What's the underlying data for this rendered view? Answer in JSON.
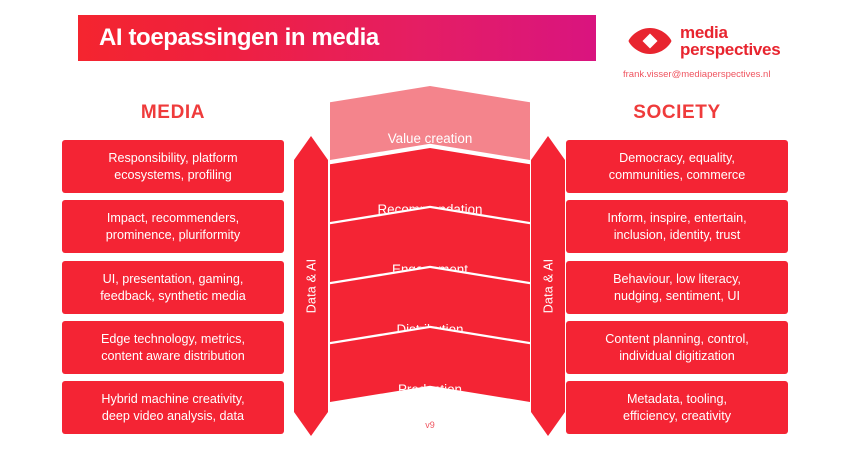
{
  "header": {
    "title": "AI toepassingen in media",
    "banner_gradient_from": "#f4252f",
    "banner_gradient_to": "#d9147f",
    "logo": {
      "icon": "eye-logo-icon",
      "line1": "media",
      "line2": "perspectives",
      "color": "#e8252f"
    },
    "email": "frank.visser@mediaperspectives.nl"
  },
  "columns": {
    "left": {
      "heading": "MEDIA",
      "items": [
        "Responsibility, platform\necosystems, profiling",
        "Impact, recommenders,\nprominence, pluriformity",
        "UI, presentation, gaming,\nfeedback, synthetic media",
        "Edge technology, metrics,\ncontent aware distribution",
        "Hybrid machine creativity,\ndeep video analysis, data"
      ]
    },
    "right": {
      "heading": "SOCIETY",
      "items": [
        "Democracy, equality,\ncommunities, commerce",
        "Inform, inspire, entertain,\ninclusion, identity, trust",
        "Behaviour, low literacy,\nnudging, sentiment, UI",
        "Content planning, control,\nindividual digitization",
        "Metadata, tooling,\nefficiency, creativity"
      ]
    }
  },
  "data_arrows": {
    "left_label": "Data & AI",
    "right_label": "Data & AI"
  },
  "chevrons": {
    "items": [
      {
        "label": "Value creation",
        "color": "#f4848c"
      },
      {
        "label": "Recommendation",
        "color": "#f42434"
      },
      {
        "label": "Engagement",
        "color": "#f42434"
      },
      {
        "label": "Distribution",
        "color": "#f42434"
      },
      {
        "label": "Production",
        "color": "#f42434"
      }
    ]
  },
  "footer": {
    "version": "v9"
  },
  "colors": {
    "primary_red": "#f42434",
    "light_red": "#f4848c",
    "heading_red": "#ef3b3b",
    "magenta": "#d9147f",
    "white": "#ffffff"
  }
}
